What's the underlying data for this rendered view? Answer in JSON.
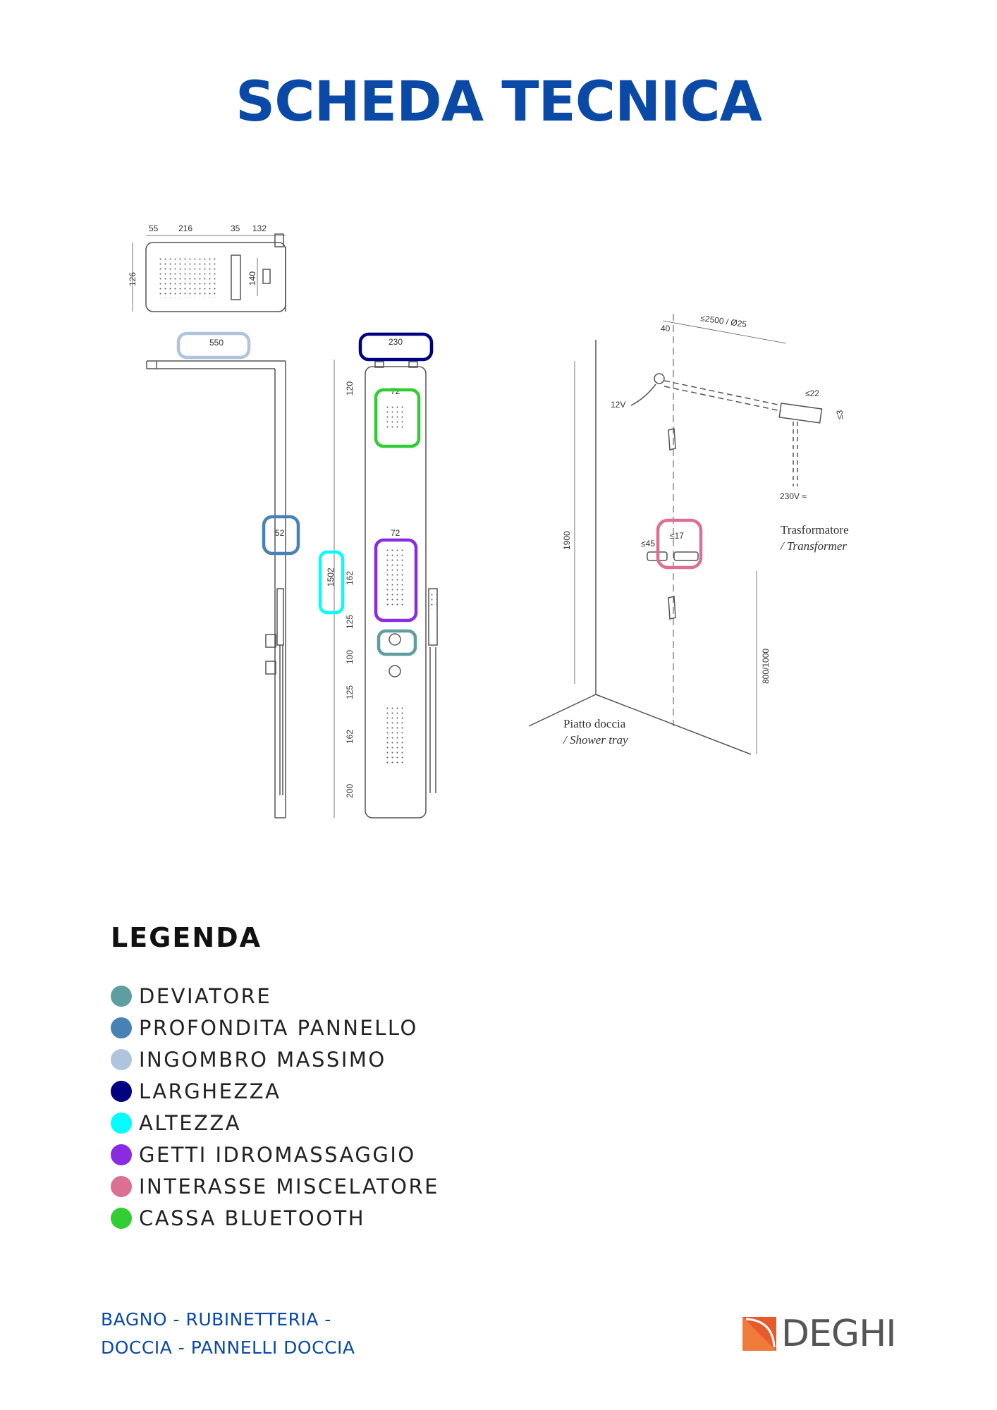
{
  "title": "SCHEDA TECNICA",
  "drawing": {
    "top_view": {
      "d1": "55",
      "d2": "216",
      "d3": "35",
      "d4": "132",
      "d5": "126",
      "d6": "140"
    },
    "side_view": {
      "max_size": "550",
      "depth": "52"
    },
    "front_view": {
      "width": "230",
      "jet_top": "72",
      "jet_mid": "72",
      "height": "1502",
      "s1": "120",
      "s2": "162",
      "s3": "125",
      "s4": "100",
      "s5": "125",
      "s6": "162",
      "s7": "200"
    },
    "install_view": {
      "d40": "40",
      "dmax": "≤2500 / Ø25",
      "v12": "12V",
      "d22": "≤22",
      "d3": "≤3",
      "v230": "230V ≈",
      "transformer_it": "Trasformatore",
      "transformer_en": "/ Transformer",
      "h1900": "1900",
      "d45": "≤45",
      "d17": "≤17",
      "h800": "800/1000",
      "tray_it": "Piatto doccia",
      "tray_en": "/ Shower tray"
    }
  },
  "colors": {
    "deviatore": "#5f9ea0",
    "profondita": "#4682b4",
    "ingombro": "#b0c4de",
    "larghezza": "#000080",
    "altezza": "#00ffff",
    "getti": "#8a2be2",
    "interasse": "#db7093",
    "cassa": "#32cd32"
  },
  "legend": {
    "title": "LEGENDA",
    "items": [
      {
        "label": "DEVIATORE",
        "color": "#5f9ea0"
      },
      {
        "label": "PROFONDITA PANNELLO",
        "color": "#4682b4"
      },
      {
        "label": "INGOMBRO MASSIMO",
        "color": "#b0c4de"
      },
      {
        "label": "LARGHEZZA",
        "color": "#000080"
      },
      {
        "label": "ALTEZZA",
        "color": "#00ffff"
      },
      {
        "label": "GETTI IDROMASSAGGIO",
        "color": "#8a2be2"
      },
      {
        "label": "INTERASSE MISCELATORE",
        "color": "#db7093"
      },
      {
        "label": "CASSA BLUETOOTH",
        "color": "#32cd32"
      }
    ]
  },
  "footer": {
    "line1": "BAGNO - RUBINETTERIA -",
    "line2": "DOCCIA - PANNELLI DOCCIA"
  },
  "logo": {
    "text": "DEGHI",
    "color": "#e85a2a"
  }
}
